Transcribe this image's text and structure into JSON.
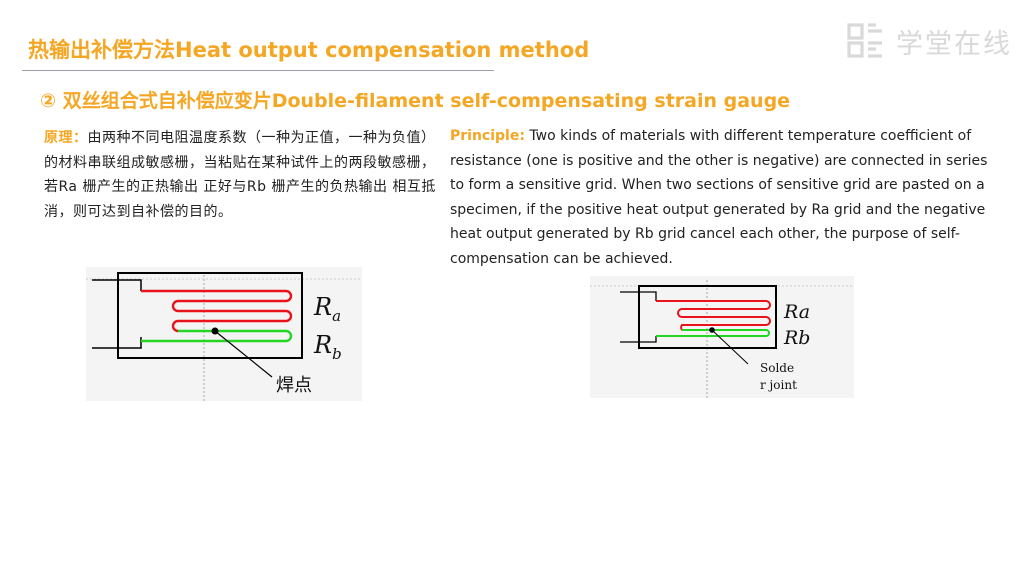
{
  "header": {
    "title": "热输出补偿方法Heat output compensation method",
    "logo_text": "学堂在线"
  },
  "section": {
    "subtitle": "② 双丝组合式自补偿应变片Double-filament self-compensating strain gauge"
  },
  "chinese": {
    "keyword": "原理：",
    "body": "由两种不同电阻温度系数（一种为正值，一种为负值）的材料串联组成敏感栅，当粘贴在某种试件上的两段敏感栅，若Ra 栅产生的正热输出  正好与Rb 栅产生的负热输出   相互抵消，则可达到自补偿的目的。"
  },
  "english": {
    "keyword": "Principle:",
    "body": " Two kinds of materials with different temperature coefficient of resistance (one is positive and the other is negative) are connected in series to form a sensitive grid. When two sections of sensitive grid are pasted on a specimen, if the positive heat output       generated by Ra grid and the negative heat output    generated by Rb grid cancel each other, the purpose of self-compensation can be achieved."
  },
  "figure_left": {
    "label_ra": "R",
    "label_ra_sub": "a",
    "label_rb": "R",
    "label_rb_sub": "b",
    "solder_label": "焊点"
  },
  "figure_right": {
    "label_ra": "Ra",
    "label_rb": "Rb",
    "solder_line1": "Solde",
    "solder_line2": "r joint"
  },
  "colors": {
    "accent": "#f5a623",
    "ra_grid": "#e8141a",
    "rb_grid": "#22d622"
  }
}
